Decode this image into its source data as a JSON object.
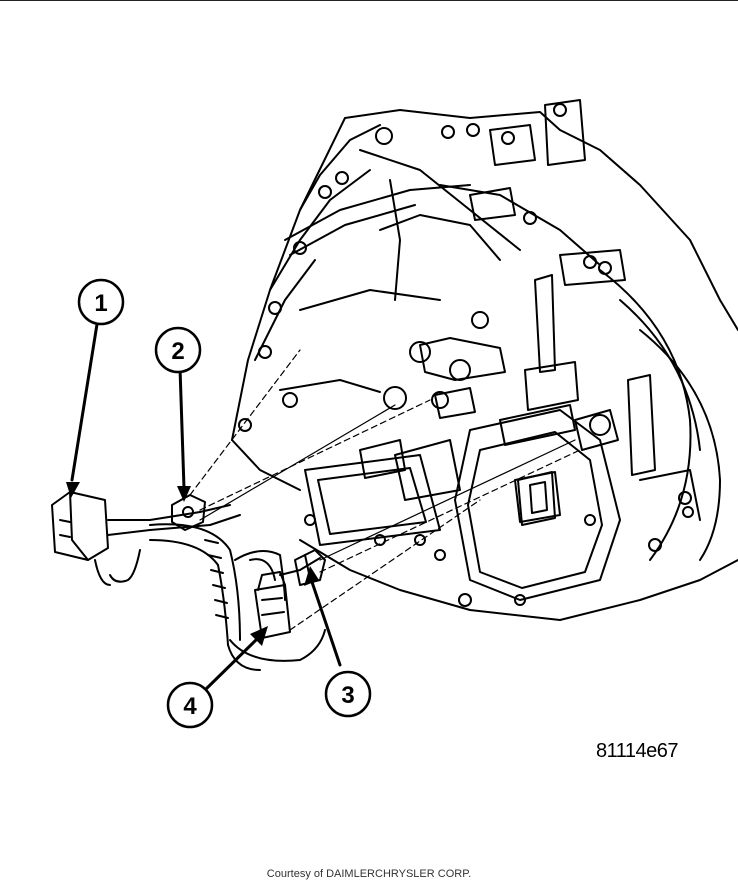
{
  "callouts": [
    {
      "id": "1",
      "label": "1"
    },
    {
      "id": "2",
      "label": "2"
    },
    {
      "id": "3",
      "label": "3"
    },
    {
      "id": "4",
      "label": "4"
    }
  ],
  "figure_id": "81114e67",
  "credit": "Courtesy of DAIMLERCHRYSLER CORP."
}
